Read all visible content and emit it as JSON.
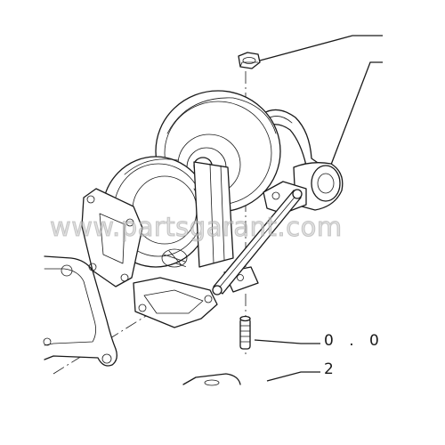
{
  "callouts": {
    "item_1": "0 . 0",
    "item_2": "2"
  },
  "watermark": {
    "text": "www.partsgarant.com"
  }
}
